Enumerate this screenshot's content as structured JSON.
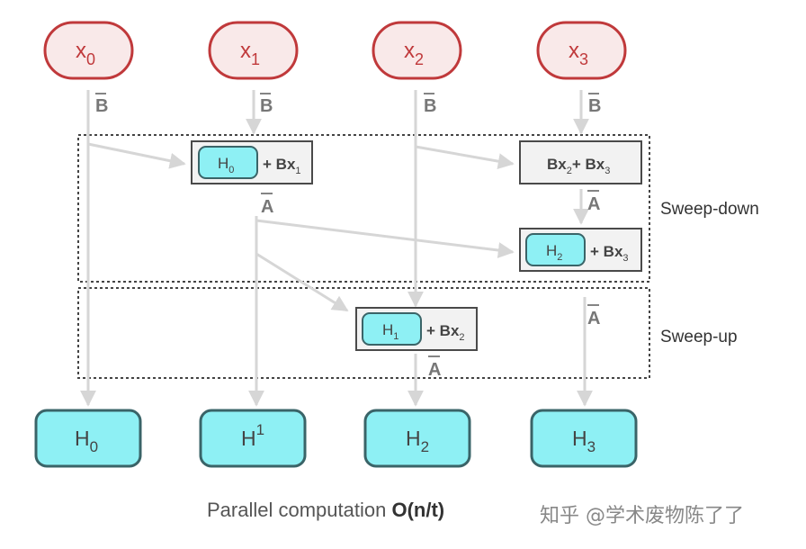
{
  "inputs": [
    {
      "base": "x",
      "sub": "0"
    },
    {
      "base": "x",
      "sub": "1"
    },
    {
      "base": "x",
      "sub": "2"
    },
    {
      "base": "x",
      "sub": "3"
    }
  ],
  "outputs": [
    {
      "base": "H",
      "sub": "0",
      "sup": ""
    },
    {
      "base": "H",
      "sub": "",
      "sup": "1"
    },
    {
      "base": "H",
      "sub": "2",
      "sup": ""
    },
    {
      "base": "H",
      "sub": "3",
      "sup": ""
    }
  ],
  "b_bar_label": "B",
  "a_bar_label": "A",
  "plus": "+",
  "bx_label": "Bx",
  "h_label": "H",
  "sub": {
    "0": "0",
    "1": "1",
    "2": "2",
    "3": "3"
  },
  "regions": {
    "sweep_down": "Sweep-down",
    "sweep_up": "Sweep-up"
  },
  "caption": {
    "text": "Parallel computation ",
    "bold": "O(n/t)"
  },
  "watermark": "知乎 @学术废物陈了了",
  "colors": {
    "input_border": "#c0393b",
    "input_fill": "#f9e9e9",
    "input_text": "#c0393b",
    "output_border": "#3a6468",
    "output_fill": "#8ef0f4",
    "arrow": "#d6d6d6",
    "box_border": "#4a4a4a",
    "box_fill": "#f2f2f2",
    "text": "#444444"
  }
}
